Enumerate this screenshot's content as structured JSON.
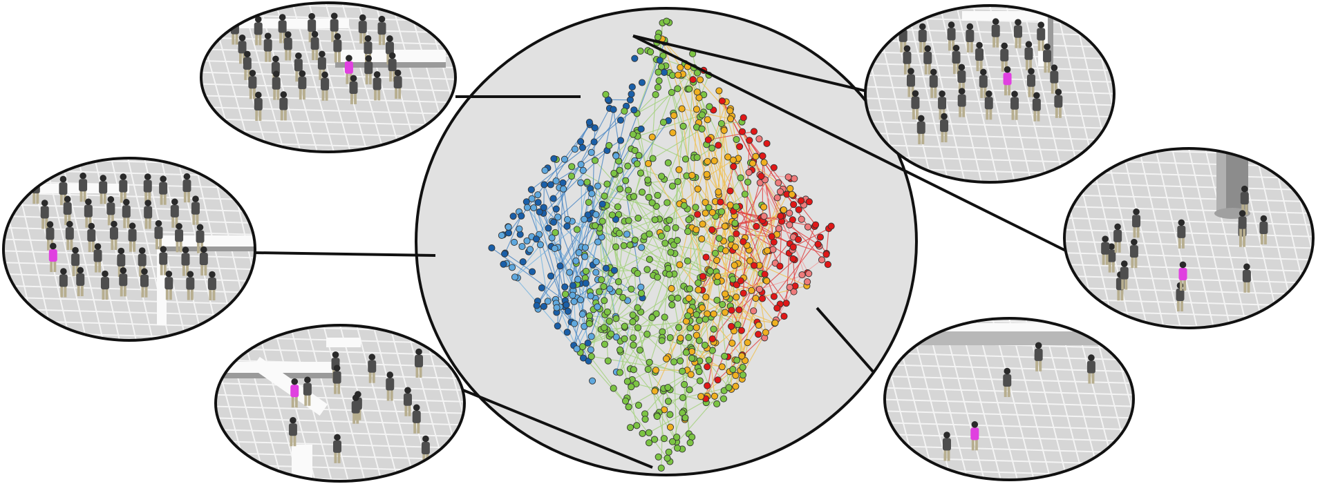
{
  "figure": {
    "center_panel": "latent-space-graph",
    "node_groups": [
      {
        "name": "dark-blue",
        "color": "#1a5fa8",
        "edge_color": "#4a86c4"
      },
      {
        "name": "light-blue",
        "color": "#5fa8de",
        "edge_color": "#79b5e0"
      },
      {
        "name": "green",
        "color": "#7cc444",
        "edge_color": "#a3d17c"
      },
      {
        "name": "orange",
        "color": "#f0b020",
        "edge_color": "#f0c050"
      },
      {
        "name": "red",
        "color": "#e01818",
        "edge_color": "#e04040"
      },
      {
        "name": "pink",
        "color": "#ee7b7b",
        "edge_color": "#f0a0a0"
      }
    ],
    "highlight_color": "#e040e0",
    "scene_thumbnails": [
      {
        "name": "scene-top-left-crowd",
        "crowd_size": 30
      },
      {
        "name": "scene-mid-left-crowd",
        "crowd_size": 40
      },
      {
        "name": "scene-bottom-left-corridor",
        "crowd_size": 14
      },
      {
        "name": "scene-top-right-crowd",
        "crowd_size": 30
      },
      {
        "name": "scene-mid-right-sparse",
        "crowd_size": 15
      },
      {
        "name": "scene-bottom-right-sparse",
        "crowd_size": 5
      }
    ]
  }
}
